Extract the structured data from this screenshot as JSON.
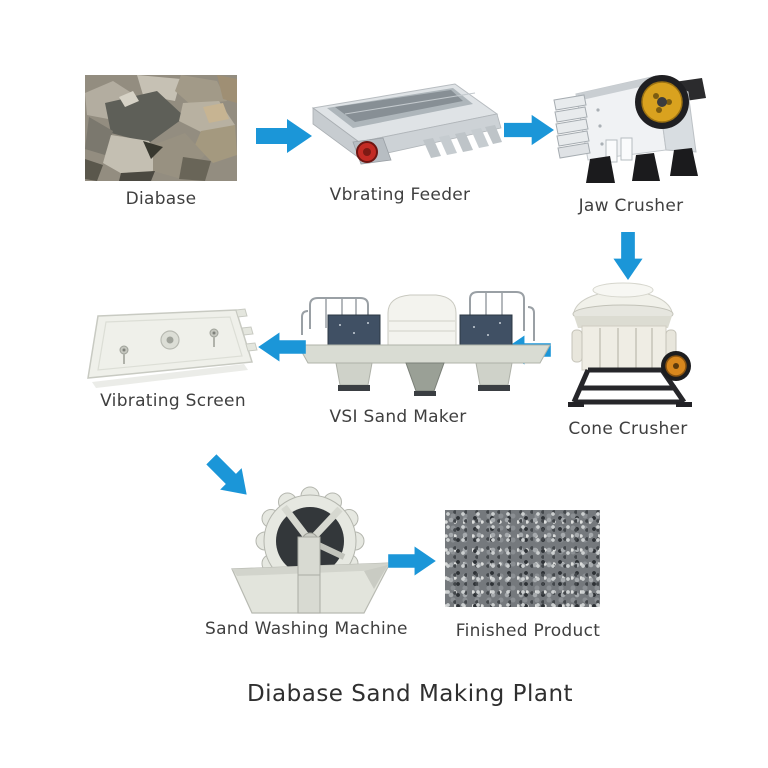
{
  "title": "Diabase Sand Making Plant",
  "colors": {
    "arrow": "#1b96d8",
    "label_text": "#3f3f3f",
    "background": "#ffffff",
    "jaw_flywheel": "#d9a21f",
    "cone_wheel": "#d8871d",
    "feeder_motor": "#c32b24",
    "vsi_panel": "#405064"
  },
  "nodes": [
    {
      "id": "diabase",
      "label": "Diabase",
      "type": "material-photo"
    },
    {
      "id": "vibrating-feeder",
      "label": "Vbrating Feeder",
      "type": "equipment"
    },
    {
      "id": "jaw-crusher",
      "label": "Jaw Crusher",
      "type": "equipment"
    },
    {
      "id": "cone-crusher",
      "label": "Cone Crusher",
      "type": "equipment"
    },
    {
      "id": "vsi-sand-maker",
      "label": "VSI Sand Maker",
      "type": "equipment"
    },
    {
      "id": "vibrating-screen",
      "label": "Vibrating Screen",
      "type": "equipment"
    },
    {
      "id": "sand-washing-machine",
      "label": "Sand Washing Machine",
      "type": "equipment"
    },
    {
      "id": "finished-product",
      "label": "Finished Product",
      "type": "material-photo"
    }
  ],
  "flow": [
    [
      "Diabase",
      "Vbrating Feeder"
    ],
    [
      "Vbrating Feeder",
      "Jaw Crusher"
    ],
    [
      "Jaw Crusher",
      "Cone Crusher"
    ],
    [
      "Cone Crusher",
      "VSI Sand Maker"
    ],
    [
      "VSI Sand Maker",
      "Vibrating Screen"
    ],
    [
      "Vibrating Screen",
      "Sand Washing Machine"
    ],
    [
      "Sand Washing Machine",
      "Finished Product"
    ]
  ]
}
